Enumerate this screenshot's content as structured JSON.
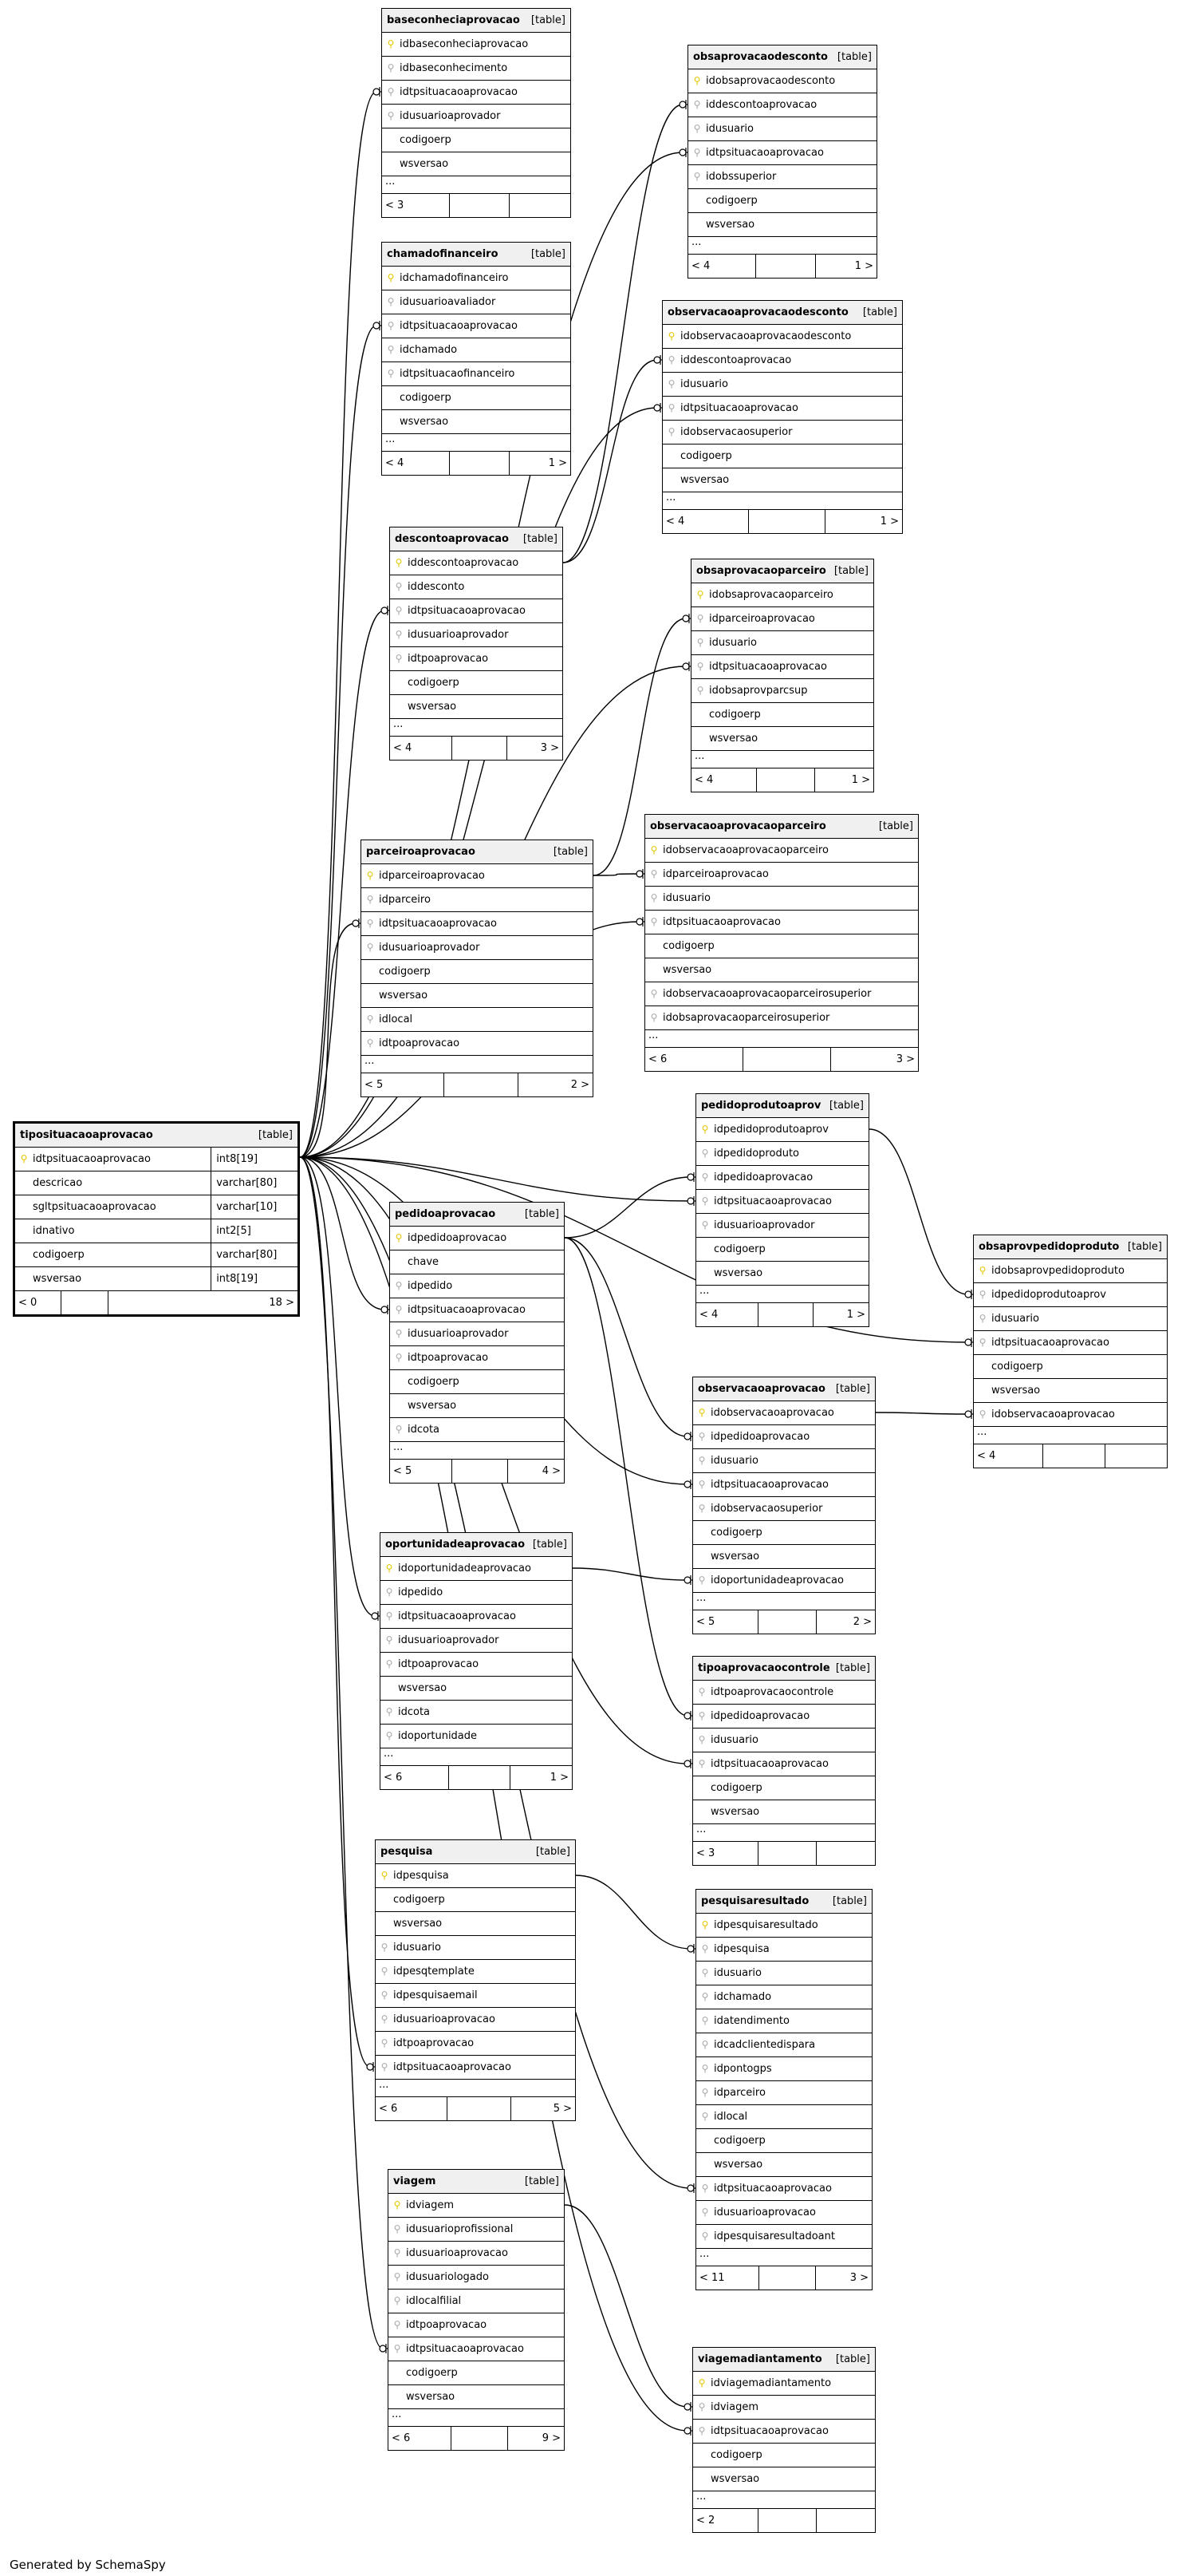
{
  "tables": [
    {
      "id": "baseconheciaprovacao",
      "name": "baseconheciaprovacao",
      "type": "[table]",
      "columns": [
        {
          "key": "pk",
          "name": "idbaseconheciaprovacao"
        },
        {
          "key": "fk",
          "name": "idbaseconhecimento"
        },
        {
          "key": "fk",
          "name": "idtpsituacaoaprovacao"
        },
        {
          "key": "fk",
          "name": "idusuarioaprovador"
        },
        {
          "key": "",
          "name": "codigoerp"
        },
        {
          "key": "",
          "name": "wsversao"
        }
      ],
      "ellipsis": "...",
      "footer": [
        "< 3",
        "",
        ""
      ]
    },
    {
      "id": "obsaprovacaodesconto",
      "name": "obsaprovacaodesconto",
      "type": "[table]",
      "columns": [
        {
          "key": "pk",
          "name": "idobsaprovacaodesconto"
        },
        {
          "key": "fk",
          "name": "iddescontoaprovacao"
        },
        {
          "key": "fk",
          "name": "idusuario"
        },
        {
          "key": "fk",
          "name": "idtpsituacaoaprovacao"
        },
        {
          "key": "fk",
          "name": "idobssuperior"
        },
        {
          "key": "",
          "name": "codigoerp"
        },
        {
          "key": "",
          "name": "wsversao"
        }
      ],
      "ellipsis": "...",
      "footer": [
        "< 4",
        "",
        "1 >"
      ]
    },
    {
      "id": "chamadofinanceiro",
      "name": "chamadofinanceiro",
      "type": "[table]",
      "columns": [
        {
          "key": "pk",
          "name": "idchamadofinanceiro"
        },
        {
          "key": "fk",
          "name": "idusuarioavaliador"
        },
        {
          "key": "fk",
          "name": "idtpsituacaoaprovacao"
        },
        {
          "key": "fk",
          "name": "idchamado"
        },
        {
          "key": "fk",
          "name": "idtpsituacaofinanceiro"
        },
        {
          "key": "",
          "name": "codigoerp"
        },
        {
          "key": "",
          "name": "wsversao"
        }
      ],
      "ellipsis": "...",
      "footer": [
        "< 4",
        "",
        "1 >"
      ]
    },
    {
      "id": "observacaoaprovacaodesconto",
      "name": "observacaoaprovacaodesconto",
      "type": "[table]",
      "columns": [
        {
          "key": "pk",
          "name": "idobservacaoaprovacaodesconto"
        },
        {
          "key": "fk",
          "name": "iddescontoaprovacao"
        },
        {
          "key": "fk",
          "name": "idusuario"
        },
        {
          "key": "fk",
          "name": "idtpsituacaoaprovacao"
        },
        {
          "key": "fk",
          "name": "idobservacaosuperior"
        },
        {
          "key": "",
          "name": "codigoerp"
        },
        {
          "key": "",
          "name": "wsversao"
        }
      ],
      "ellipsis": "...",
      "footer": [
        "< 4",
        "",
        "1 >"
      ]
    },
    {
      "id": "descontoaprovacao",
      "name": "descontoaprovacao",
      "type": "[table]",
      "columns": [
        {
          "key": "pk",
          "name": "iddescontoaprovacao"
        },
        {
          "key": "fk",
          "name": "iddesconto"
        },
        {
          "key": "fk",
          "name": "idtpsituacaoaprovacao"
        },
        {
          "key": "fk",
          "name": "idusuarioaprovador"
        },
        {
          "key": "fk",
          "name": "idtpoaprovacao"
        },
        {
          "key": "",
          "name": "codigoerp"
        },
        {
          "key": "",
          "name": "wsversao"
        }
      ],
      "ellipsis": "...",
      "footer": [
        "< 4",
        "",
        "3 >"
      ]
    },
    {
      "id": "obsaprovacaoparceiro",
      "name": "obsaprovacaoparceiro",
      "type": "[table]",
      "columns": [
        {
          "key": "pk",
          "name": "idobsaprovacaoparceiro"
        },
        {
          "key": "fk",
          "name": "idparceiroaprovacao"
        },
        {
          "key": "fk",
          "name": "idusuario"
        },
        {
          "key": "fk",
          "name": "idtpsituacaoaprovacao"
        },
        {
          "key": "fk",
          "name": "idobsaprovparcsup"
        },
        {
          "key": "",
          "name": "codigoerp"
        },
        {
          "key": "",
          "name": "wsversao"
        }
      ],
      "ellipsis": "...",
      "footer": [
        "< 4",
        "",
        "1 >"
      ]
    },
    {
      "id": "parceiroaprovacao",
      "name": "parceiroaprovacao",
      "type": "[table]",
      "columns": [
        {
          "key": "pk",
          "name": "idparceiroaprovacao"
        },
        {
          "key": "fk",
          "name": "idparceiro"
        },
        {
          "key": "fk",
          "name": "idtpsituacaoaprovacao"
        },
        {
          "key": "fk",
          "name": "idusuarioaprovador"
        },
        {
          "key": "",
          "name": "codigoerp"
        },
        {
          "key": "",
          "name": "wsversao"
        },
        {
          "key": "fk",
          "name": "idlocal"
        },
        {
          "key": "fk",
          "name": "idtpoaprovacao"
        }
      ],
      "ellipsis": "...",
      "footer": [
        "< 5",
        "",
        "2 >"
      ]
    },
    {
      "id": "observacaoaprovacaoparceiro",
      "name": "observacaoaprovacaoparceiro",
      "type": "[table]",
      "columns": [
        {
          "key": "pk",
          "name": "idobservacaoaprovacaoparceiro"
        },
        {
          "key": "fk",
          "name": "idparceiroaprovacao"
        },
        {
          "key": "fk",
          "name": "idusuario"
        },
        {
          "key": "fk",
          "name": "idtpsituacaoaprovacao"
        },
        {
          "key": "",
          "name": "codigoerp"
        },
        {
          "key": "",
          "name": "wsversao"
        },
        {
          "key": "fk",
          "name": "idobservacaoaprovacaoparceirosuperior"
        },
        {
          "key": "fk",
          "name": "idobsaprovacaoparceirosuperior"
        }
      ],
      "ellipsis": "...",
      "footer": [
        "< 6",
        "",
        "3 >"
      ]
    },
    {
      "id": "tiposituacaoaprovacao",
      "name": "tiposituacaoaprovacao",
      "type": "[table]",
      "focus": true,
      "columns": [
        {
          "key": "pk",
          "name": "idtpsituacaoaprovacao",
          "dtype": "int8[19]"
        },
        {
          "key": "",
          "name": "descricao",
          "dtype": "varchar[80]"
        },
        {
          "key": "",
          "name": "sgltpsituacaoaprovacao",
          "dtype": "varchar[10]"
        },
        {
          "key": "",
          "name": "idnativo",
          "dtype": "int2[5]"
        },
        {
          "key": "",
          "name": "codigoerp",
          "dtype": "varchar[80]"
        },
        {
          "key": "",
          "name": "wsversao",
          "dtype": "int8[19]"
        }
      ],
      "ellipsis": "",
      "footer": [
        "< 0",
        "",
        "18 >"
      ]
    },
    {
      "id": "pedidoprodutoaprov",
      "name": "pedidoprodutoaprov",
      "type": "[table]",
      "columns": [
        {
          "key": "pk",
          "name": "idpedidoprodutoaprov"
        },
        {
          "key": "fk",
          "name": "idpedidoproduto"
        },
        {
          "key": "fk",
          "name": "idpedidoaprovacao"
        },
        {
          "key": "fk",
          "name": "idtpsituacaoaprovacao"
        },
        {
          "key": "fk",
          "name": "idusuarioaprovador"
        },
        {
          "key": "",
          "name": "codigoerp"
        },
        {
          "key": "",
          "name": "wsversao"
        }
      ],
      "ellipsis": "...",
      "footer": [
        "< 4",
        "",
        "1 >"
      ]
    },
    {
      "id": "obsaprovpedidoproduto",
      "name": "obsaprovpedidoproduto",
      "type": "[table]",
      "columns": [
        {
          "key": "pk",
          "name": "idobsaprovpedidoproduto"
        },
        {
          "key": "fk",
          "name": "idpedidoprodutoaprov"
        },
        {
          "key": "fk",
          "name": "idusuario"
        },
        {
          "key": "fk",
          "name": "idtpsituacaoaprovacao"
        },
        {
          "key": "",
          "name": "codigoerp"
        },
        {
          "key": "",
          "name": "wsversao"
        },
        {
          "key": "fk",
          "name": "idobservacaoaprovacao"
        }
      ],
      "ellipsis": "...",
      "footer": [
        "< 4",
        "",
        ""
      ]
    },
    {
      "id": "pedidoaprovacao",
      "name": "pedidoaprovacao",
      "type": "[table]",
      "columns": [
        {
          "key": "pk",
          "name": "idpedidoaprovacao"
        },
        {
          "key": "",
          "name": "chave"
        },
        {
          "key": "fk",
          "name": "idpedido"
        },
        {
          "key": "fk",
          "name": "idtpsituacaoaprovacao"
        },
        {
          "key": "fk",
          "name": "idusuarioaprovador"
        },
        {
          "key": "fk",
          "name": "idtpoaprovacao"
        },
        {
          "key": "",
          "name": "codigoerp"
        },
        {
          "key": "",
          "name": "wsversao"
        },
        {
          "key": "fk",
          "name": "idcota"
        }
      ],
      "ellipsis": "...",
      "footer": [
        "< 5",
        "",
        "4 >"
      ]
    },
    {
      "id": "observacaoaprovacao",
      "name": "observacaoaprovacao",
      "type": "[table]",
      "columns": [
        {
          "key": "pk",
          "name": "idobservacaoaprovacao"
        },
        {
          "key": "fk",
          "name": "idpedidoaprovacao"
        },
        {
          "key": "fk",
          "name": "idusuario"
        },
        {
          "key": "fk",
          "name": "idtpsituacaoaprovacao"
        },
        {
          "key": "fk",
          "name": "idobservacaosuperior"
        },
        {
          "key": "",
          "name": "codigoerp"
        },
        {
          "key": "",
          "name": "wsversao"
        },
        {
          "key": "fk",
          "name": "idoportunidadeaprovacao"
        }
      ],
      "ellipsis": "...",
      "footer": [
        "< 5",
        "",
        "2 >"
      ]
    },
    {
      "id": "oportunidadeaprovacao",
      "name": "oportunidadeaprovacao",
      "type": "[table]",
      "columns": [
        {
          "key": "pk",
          "name": "idoportunidadeaprovacao"
        },
        {
          "key": "fk",
          "name": "idpedido"
        },
        {
          "key": "fk",
          "name": "idtpsituacaoaprovacao"
        },
        {
          "key": "fk",
          "name": "idusuarioaprovador"
        },
        {
          "key": "fk",
          "name": "idtpoaprovacao"
        },
        {
          "key": "",
          "name": "wsversao"
        },
        {
          "key": "fk",
          "name": "idcota"
        },
        {
          "key": "fk",
          "name": "idoportunidade"
        }
      ],
      "ellipsis": "...",
      "footer": [
        "< 6",
        "",
        "1 >"
      ]
    },
    {
      "id": "tipoaprovacaocontrole",
      "name": "tipoaprovacaocontrole",
      "type": "[table]",
      "columns": [
        {
          "key": "fk",
          "name": "idtpoaprovacaocontrole"
        },
        {
          "key": "fk",
          "name": "idpedidoaprovacao"
        },
        {
          "key": "fk",
          "name": "idusuario"
        },
        {
          "key": "fk",
          "name": "idtpsituacaoaprovacao"
        },
        {
          "key": "",
          "name": "codigoerp"
        },
        {
          "key": "",
          "name": "wsversao"
        }
      ],
      "ellipsis": "...",
      "footer": [
        "< 3",
        "",
        ""
      ]
    },
    {
      "id": "pesquisa",
      "name": "pesquisa",
      "type": "[table]",
      "columns": [
        {
          "key": "pk",
          "name": "idpesquisa"
        },
        {
          "key": "",
          "name": "codigoerp"
        },
        {
          "key": "",
          "name": "wsversao"
        },
        {
          "key": "fk",
          "name": "idusuario"
        },
        {
          "key": "fk",
          "name": "idpesqtemplate"
        },
        {
          "key": "fk",
          "name": "idpesquisaemail"
        },
        {
          "key": "fk",
          "name": "idusuarioaprovacao"
        },
        {
          "key": "fk",
          "name": "idtpoaprovacao"
        },
        {
          "key": "fk",
          "name": "idtpsituacaoaprovacao"
        }
      ],
      "ellipsis": "...",
      "footer": [
        "< 6",
        "",
        "5 >"
      ]
    },
    {
      "id": "pesquisaresultado",
      "name": "pesquisaresultado",
      "type": "[table]",
      "columns": [
        {
          "key": "pk",
          "name": "idpesquisaresultado"
        },
        {
          "key": "fk",
          "name": "idpesquisa"
        },
        {
          "key": "fk",
          "name": "idusuario"
        },
        {
          "key": "fk",
          "name": "idchamado"
        },
        {
          "key": "fk",
          "name": "idatendimento"
        },
        {
          "key": "fk",
          "name": "idcadclientedispara"
        },
        {
          "key": "fk",
          "name": "idpontogps"
        },
        {
          "key": "fk",
          "name": "idparceiro"
        },
        {
          "key": "fk",
          "name": "idlocal"
        },
        {
          "key": "",
          "name": "codigoerp"
        },
        {
          "key": "",
          "name": "wsversao"
        },
        {
          "key": "fk",
          "name": "idtpsituacaoaprovacao"
        },
        {
          "key": "fk",
          "name": "idusuarioaprovacao"
        },
        {
          "key": "fk",
          "name": "idpesquisaresultadoant"
        }
      ],
      "ellipsis": "...",
      "footer": [
        "< 11",
        "",
        "3 >"
      ]
    },
    {
      "id": "viagem",
      "name": "viagem",
      "type": "[table]",
      "columns": [
        {
          "key": "pk",
          "name": "idviagem"
        },
        {
          "key": "fk",
          "name": "idusuarioprofissional"
        },
        {
          "key": "fk",
          "name": "idusuarioaprovacao"
        },
        {
          "key": "fk",
          "name": "idusuariologado"
        },
        {
          "key": "fk",
          "name": "idlocalfilial"
        },
        {
          "key": "fk",
          "name": "idtpoaprovacao"
        },
        {
          "key": "fk",
          "name": "idtpsituacaoaprovacao"
        },
        {
          "key": "",
          "name": "codigoerp"
        },
        {
          "key": "",
          "name": "wsversao"
        }
      ],
      "ellipsis": "...",
      "footer": [
        "< 6",
        "",
        "9 >"
      ]
    },
    {
      "id": "viagemadiantamento",
      "name": "viagemadiantamento",
      "type": "[table]",
      "columns": [
        {
          "key": "pk",
          "name": "idviagemadiantamento"
        },
        {
          "key": "fk",
          "name": "idviagem"
        },
        {
          "key": "fk",
          "name": "idtpsituacaoaprovacao"
        },
        {
          "key": "",
          "name": "codigoerp"
        },
        {
          "key": "",
          "name": "wsversao"
        }
      ],
      "ellipsis": "...",
      "footer": [
        "< 2",
        "",
        ""
      ]
    }
  ],
  "relations": [
    {
      "from": "tiposituacaoaprovacao",
      "to": "baseconheciaprovacao",
      "col": 2
    },
    {
      "from": "tiposituacaoaprovacao",
      "to": "obsaprovacaodesconto",
      "col": 3
    },
    {
      "from": "tiposituacaoaprovacao",
      "to": "chamadofinanceiro",
      "col": 2
    },
    {
      "from": "tiposituacaoaprovacao",
      "to": "observacaoaprovacaodesconto",
      "col": 3
    },
    {
      "from": "tiposituacaoaprovacao",
      "to": "descontoaprovacao",
      "col": 2
    },
    {
      "from": "tiposituacaoaprovacao",
      "to": "obsaprovacaoparceiro",
      "col": 3
    },
    {
      "from": "tiposituacaoaprovacao",
      "to": "parceiroaprovacao",
      "col": 2
    },
    {
      "from": "tiposituacaoaprovacao",
      "to": "observacaoaprovacaoparceiro",
      "col": 3
    },
    {
      "from": "tiposituacaoaprovacao",
      "to": "pedidoprodutoaprov",
      "col": 3
    },
    {
      "from": "tiposituacaoaprovacao",
      "to": "obsaprovpedidoproduto",
      "col": 3
    },
    {
      "from": "tiposituacaoaprovacao",
      "to": "pedidoaprovacao",
      "col": 3
    },
    {
      "from": "tiposituacaoaprovacao",
      "to": "observacaoaprovacao",
      "col": 3
    },
    {
      "from": "tiposituacaoaprovacao",
      "to": "oportunidadeaprovacao",
      "col": 2
    },
    {
      "from": "tiposituacaoaprovacao",
      "to": "tipoaprovacaocontrole",
      "col": 3
    },
    {
      "from": "tiposituacaoaprovacao",
      "to": "pesquisa",
      "col": 8
    },
    {
      "from": "tiposituacaoaprovacao",
      "to": "pesquisaresultado",
      "col": 11
    },
    {
      "from": "tiposituacaoaprovacao",
      "to": "viagem",
      "col": 6
    },
    {
      "from": "tiposituacaoaprovacao",
      "to": "viagemadiantamento",
      "col": 2
    },
    {
      "from": "descontoaprovacao",
      "to": "obsaprovacaodesconto",
      "col": 1
    },
    {
      "from": "descontoaprovacao",
      "to": "observacaoaprovacaodesconto",
      "col": 1
    },
    {
      "from": "parceiroaprovacao",
      "to": "obsaprovacaoparceiro",
      "col": 1
    },
    {
      "from": "parceiroaprovacao",
      "to": "observacaoaprovacaoparceiro",
      "col": 1
    },
    {
      "from": "pedidoaprovacao",
      "to": "pedidoprodutoaprov",
      "col": 2
    },
    {
      "from": "pedidoaprovacao",
      "to": "observacaoaprovacao",
      "col": 1
    },
    {
      "from": "pedidoaprovacao",
      "to": "tipoaprovacaocontrole",
      "col": 1
    },
    {
      "from": "pedidoprodutoaprov",
      "to": "obsaprovpedidoproduto",
      "col": 1
    },
    {
      "from": "observacaoaprovacao",
      "to": "obsaprovpedidoproduto",
      "col": 6
    },
    {
      "from": "oportunidadeaprovacao",
      "to": "observacaoaprovacao",
      "col": 7
    },
    {
      "from": "pesquisa",
      "to": "pesquisaresultado",
      "col": 1
    },
    {
      "from": "viagem",
      "to": "viagemadiantamento",
      "col": 1
    }
  ],
  "icons": {
    "pk": "key-icon",
    "fk": "foreign-key-icon"
  },
  "colors": {
    "pk_key": "#e1c700",
    "fk_key": "#a8a8a8",
    "header_bg": "#f0f0f0",
    "line": "#000000"
  },
  "footer_text": "Generated by SchemaSpy"
}
